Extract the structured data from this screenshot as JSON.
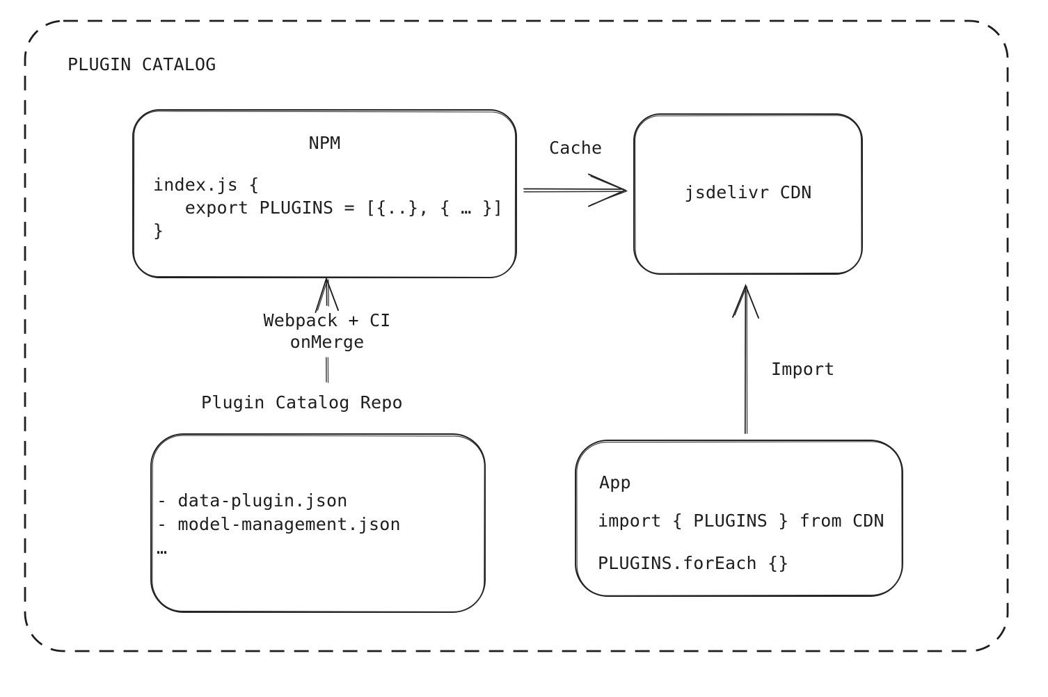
{
  "diagram": {
    "title": "PLUGIN CATALOG",
    "colors": {
      "stroke": "#1e1e1e",
      "background": "#ffffff"
    },
    "nodes": {
      "npm": {
        "title": "NPM",
        "code": "index.js {\n   export PLUGINS = [{..}, { … }]\n}"
      },
      "cdn": {
        "title": "jsdelivr CDN"
      },
      "repo": {
        "title": "Plugin Catalog Repo",
        "files": "- data-plugin.json\n- model-management.json\n…"
      },
      "app": {
        "title": "App",
        "import_line": "import { PLUGINS } from CDN",
        "foreach_line": "PLUGINS.forEach {}"
      }
    },
    "edges": {
      "cache": {
        "label": "Cache",
        "from": "NPM",
        "to": "jsdelivr CDN"
      },
      "build": {
        "label": "Webpack + CI\nonMerge",
        "from": "Plugin Catalog Repo",
        "to": "NPM"
      },
      "import": {
        "label": "Import",
        "from": "App",
        "to": "jsdelivr CDN"
      }
    }
  }
}
